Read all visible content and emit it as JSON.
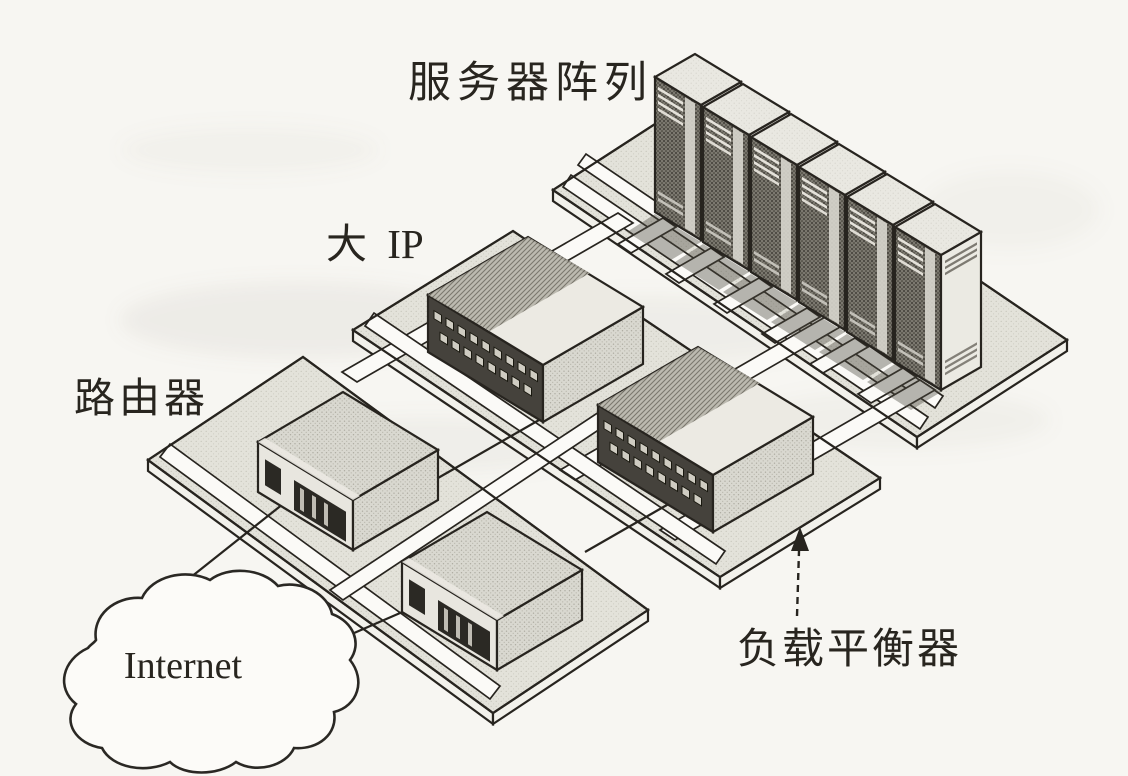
{
  "colors": {
    "paper": "#f7f6f2",
    "ink": "#27241f",
    "platform_fill": "#e9e8e1",
    "lane_fill": "#fbfaf7",
    "device_dark": "#45423c"
  },
  "labels": {
    "server_array": "服务器阵列",
    "big_ip": "大 IP",
    "router": "路由器",
    "internet": "Internet",
    "load_balancer": "负载平衡器"
  },
  "diagram": {
    "nodes": [
      {
        "id": "internet",
        "type": "cloud",
        "label": "Internet"
      },
      {
        "id": "router-1",
        "type": "router",
        "group": "路由器"
      },
      {
        "id": "router-2",
        "type": "router",
        "group": "路由器"
      },
      {
        "id": "load-balancer-1",
        "type": "load-balancer",
        "group": "大 IP / 负载平衡器"
      },
      {
        "id": "load-balancer-2",
        "type": "load-balancer",
        "group": "大 IP / 负载平衡器"
      },
      {
        "id": "server-1",
        "type": "server-tower",
        "group": "服务器阵列"
      },
      {
        "id": "server-2",
        "type": "server-tower",
        "group": "服务器阵列"
      },
      {
        "id": "server-3",
        "type": "server-tower",
        "group": "服务器阵列"
      },
      {
        "id": "server-4",
        "type": "server-tower",
        "group": "服务器阵列"
      },
      {
        "id": "server-5",
        "type": "server-tower",
        "group": "服务器阵列"
      },
      {
        "id": "server-6",
        "type": "server-tower",
        "group": "服务器阵列"
      }
    ],
    "edges": [
      {
        "from": "internet",
        "to": "router-1"
      },
      {
        "from": "internet",
        "to": "router-2"
      },
      {
        "from": "router-1",
        "to": "load-balancer-1"
      },
      {
        "from": "router-2",
        "to": "load-balancer-2"
      },
      {
        "from": "load-balancer-1",
        "to": "server-array"
      },
      {
        "from": "load-balancer-2",
        "to": "server-array"
      }
    ]
  }
}
